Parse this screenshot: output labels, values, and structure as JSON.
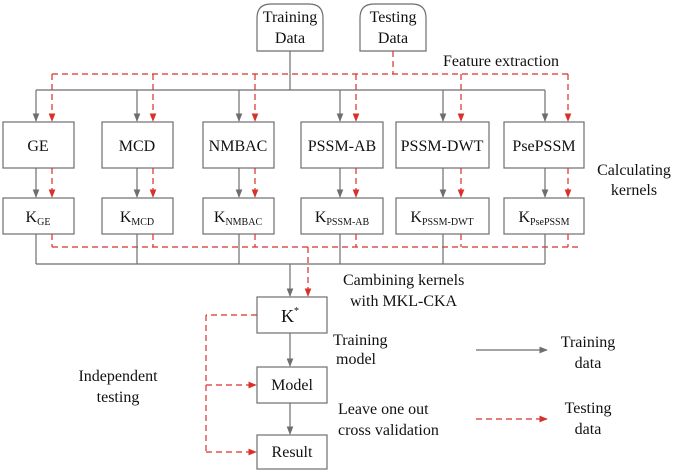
{
  "inputs": {
    "training": [
      "Training",
      "Data"
    ],
    "testing": [
      "Testing",
      "Data"
    ]
  },
  "feature_extraction_label": "Feature extraction",
  "features": [
    "GE",
    "MCD",
    "NMBAC",
    "PSSM-AB",
    "PSSM-DWT",
    "PsePSSM"
  ],
  "kernels": [
    {
      "base": "K",
      "sub": "GE"
    },
    {
      "base": "K",
      "sub": "MCD"
    },
    {
      "base": "K",
      "sub": "NMBAC"
    },
    {
      "base": "K",
      "sub": "PSSM-AB"
    },
    {
      "base": "K",
      "sub": "PSSM-DWT"
    },
    {
      "base": "K",
      "sub": "PsePSSM"
    }
  ],
  "calculating_label": [
    "Calculating",
    "kernels"
  ],
  "combining_label": [
    "Cambining kernels",
    "with MKL-CKA"
  ],
  "kstar": {
    "base": "K",
    "sup": "*"
  },
  "training_model_label": [
    "Training",
    "model"
  ],
  "model_label": "Model",
  "result_label": "Result",
  "independent_label": [
    "Independent",
    "testing"
  ],
  "loo_label": [
    "Leave one out",
    "cross validation"
  ],
  "legend": {
    "training": [
      "Training",
      "data"
    ],
    "testing": [
      "Testing",
      "data"
    ]
  },
  "colors": {
    "training_arrow": "#6e6e6e",
    "testing_arrow": "#d9302a"
  }
}
